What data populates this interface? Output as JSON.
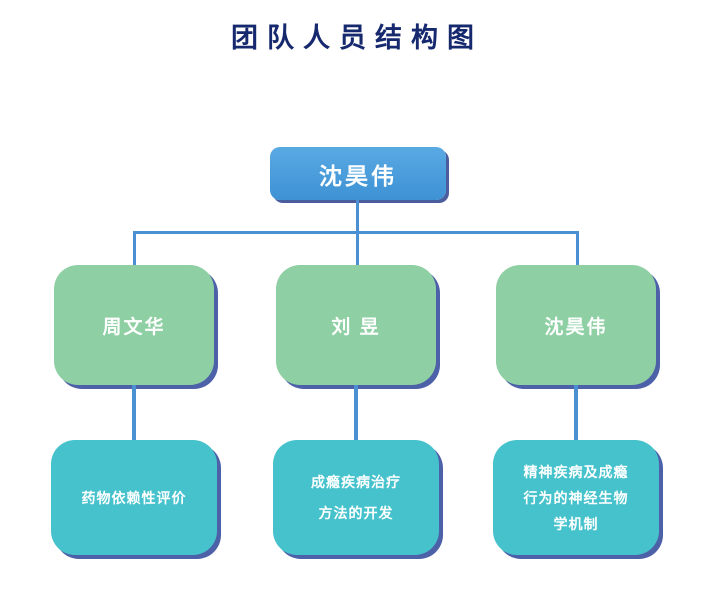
{
  "title": "团队人员结构图",
  "root": {
    "label": "沈昊伟"
  },
  "members": [
    {
      "name": "周文华",
      "focus_lines": [
        "药物依赖性评价"
      ]
    },
    {
      "name": "刘  昱",
      "focus_lines": [
        "成瘾疾病治疗",
        "方法的开发"
      ]
    },
    {
      "name": "沈昊伟",
      "focus_lines": [
        "精神疾病及成瘾",
        "行为的神经生物",
        "学机制"
      ]
    }
  ],
  "colors": {
    "title_text": "#16286e",
    "root_node_fill": "#3e92d4",
    "member_node_fill": "#8ecfa3",
    "focus_node_fill": "#46c2cc",
    "connector_line": "#4a90d2",
    "node_text": "#ffffff",
    "shadow": "#3a50a0",
    "background": "#ffffff"
  }
}
